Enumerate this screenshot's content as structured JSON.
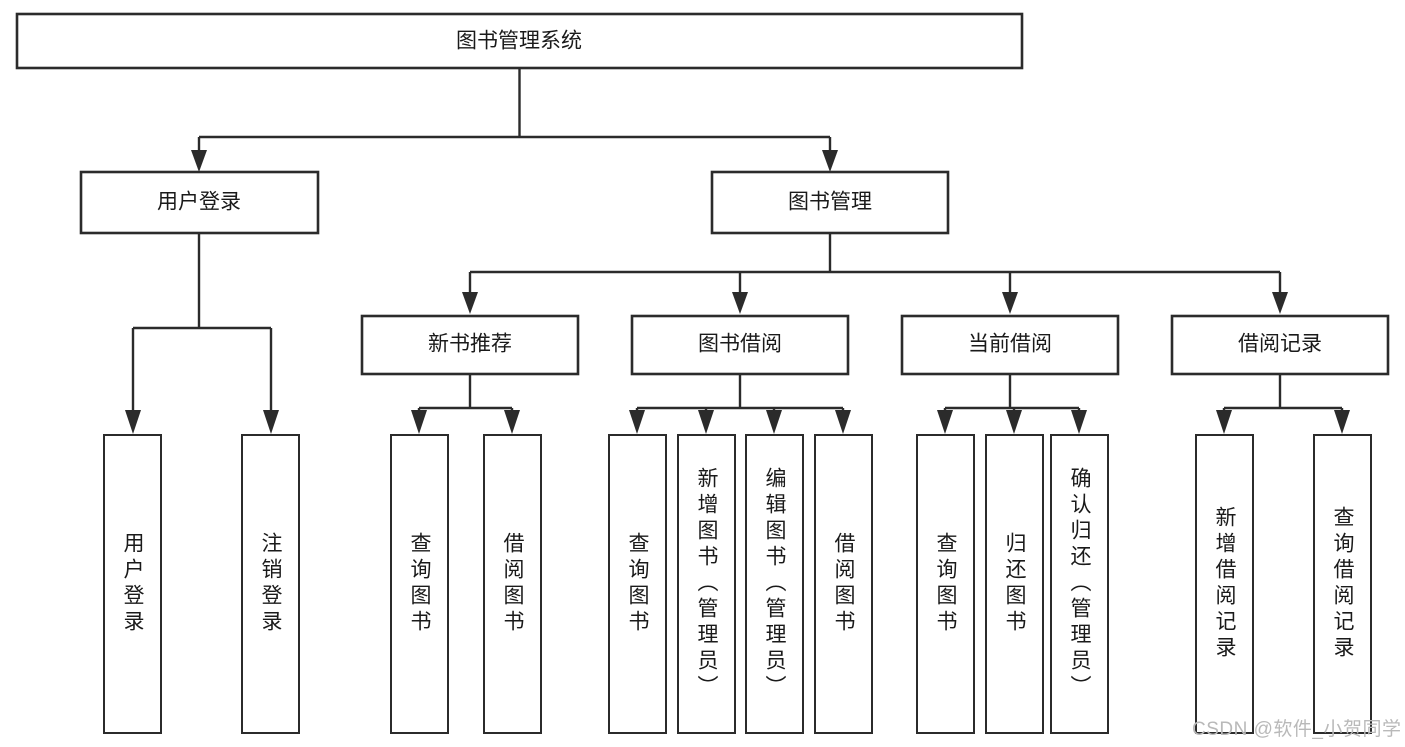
{
  "diagram": {
    "title": "图书管理系统",
    "type": "tree-hierarchy-diagram",
    "root": {
      "label": "图书管理系统"
    },
    "level2": [
      {
        "id": "user-login",
        "label": "用户登录"
      },
      {
        "id": "book-manage",
        "label": "图书管理"
      }
    ],
    "level3": [
      {
        "id": "new-book-recommend",
        "label": "新书推荐"
      },
      {
        "id": "book-borrow",
        "label": "图书借阅"
      },
      {
        "id": "current-borrow",
        "label": "当前借阅"
      },
      {
        "id": "borrow-record",
        "label": "借阅记录"
      }
    ],
    "leaves": {
      "user_login": [
        {
          "id": "leaf-user-login",
          "label": "用户登录"
        },
        {
          "id": "leaf-logout-login",
          "label": "注销登录"
        }
      ],
      "new_book_recommend": [
        {
          "id": "leaf-query-book-1",
          "label": "查询图书"
        },
        {
          "id": "leaf-borrow-book-1",
          "label": "借阅图书"
        }
      ],
      "book_borrow": [
        {
          "id": "leaf-query-book-2",
          "label": "查询图书"
        },
        {
          "id": "leaf-add-book",
          "label": "新增图书（管理员）"
        },
        {
          "id": "leaf-edit-book",
          "label": "编辑图书（管理员）"
        },
        {
          "id": "leaf-borrow-book-2",
          "label": "借阅图书"
        }
      ],
      "current_borrow": [
        {
          "id": "leaf-query-book-3",
          "label": "查询图书"
        },
        {
          "id": "leaf-return-book",
          "label": "归还图书"
        },
        {
          "id": "leaf-confirm-return",
          "label": "确认归还（管理员）"
        }
      ],
      "borrow_record": [
        {
          "id": "leaf-add-record",
          "label": "新增借阅记录"
        },
        {
          "id": "leaf-query-record",
          "label": "查询借阅记录"
        }
      ]
    },
    "watermark": "CSDN @软件_小贺同学",
    "colors": {
      "background": "#ffffff",
      "box_fill": "#ffffff",
      "box_stroke": "#2b2b2b",
      "connector": "#2b2b2b",
      "text": "#1a1a1a",
      "watermark": "#b9b9b9"
    }
  }
}
